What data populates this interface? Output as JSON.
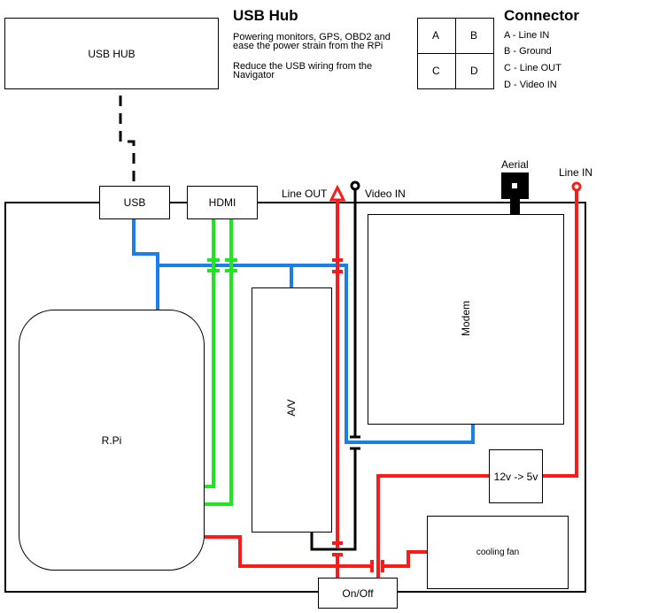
{
  "hub": {
    "box_label": "USB HUB",
    "title": "USB Hub",
    "note1": "Powering monitors, GPS, OBD2 and ease the power strain from the RPi",
    "note2": "Reduce the USB wiring from the Navigator"
  },
  "connector": {
    "title": "Connector",
    "cells": [
      "A",
      "B",
      "C",
      "D"
    ],
    "legend": [
      "A - Line IN",
      "B - Ground",
      "C - Line OUT",
      "D - Video IN"
    ]
  },
  "ports": {
    "usb": "USB",
    "hdmi": "HDMI",
    "line_out": "Line OUT",
    "video_in": "Video IN",
    "aerial": "Aerial",
    "line_in": "Line IN"
  },
  "components": {
    "rpi": "R.Pi",
    "av": "A/V",
    "modem": "Modem",
    "converter": "12v -> 5v",
    "fan": "cooling fan",
    "switch": "On/Off"
  },
  "colors": {
    "usb_wire": "#1a7fe6",
    "hdmi_wire": "#1fe61f",
    "power_wire": "#ff1a1a",
    "video_wire": "#000000"
  }
}
